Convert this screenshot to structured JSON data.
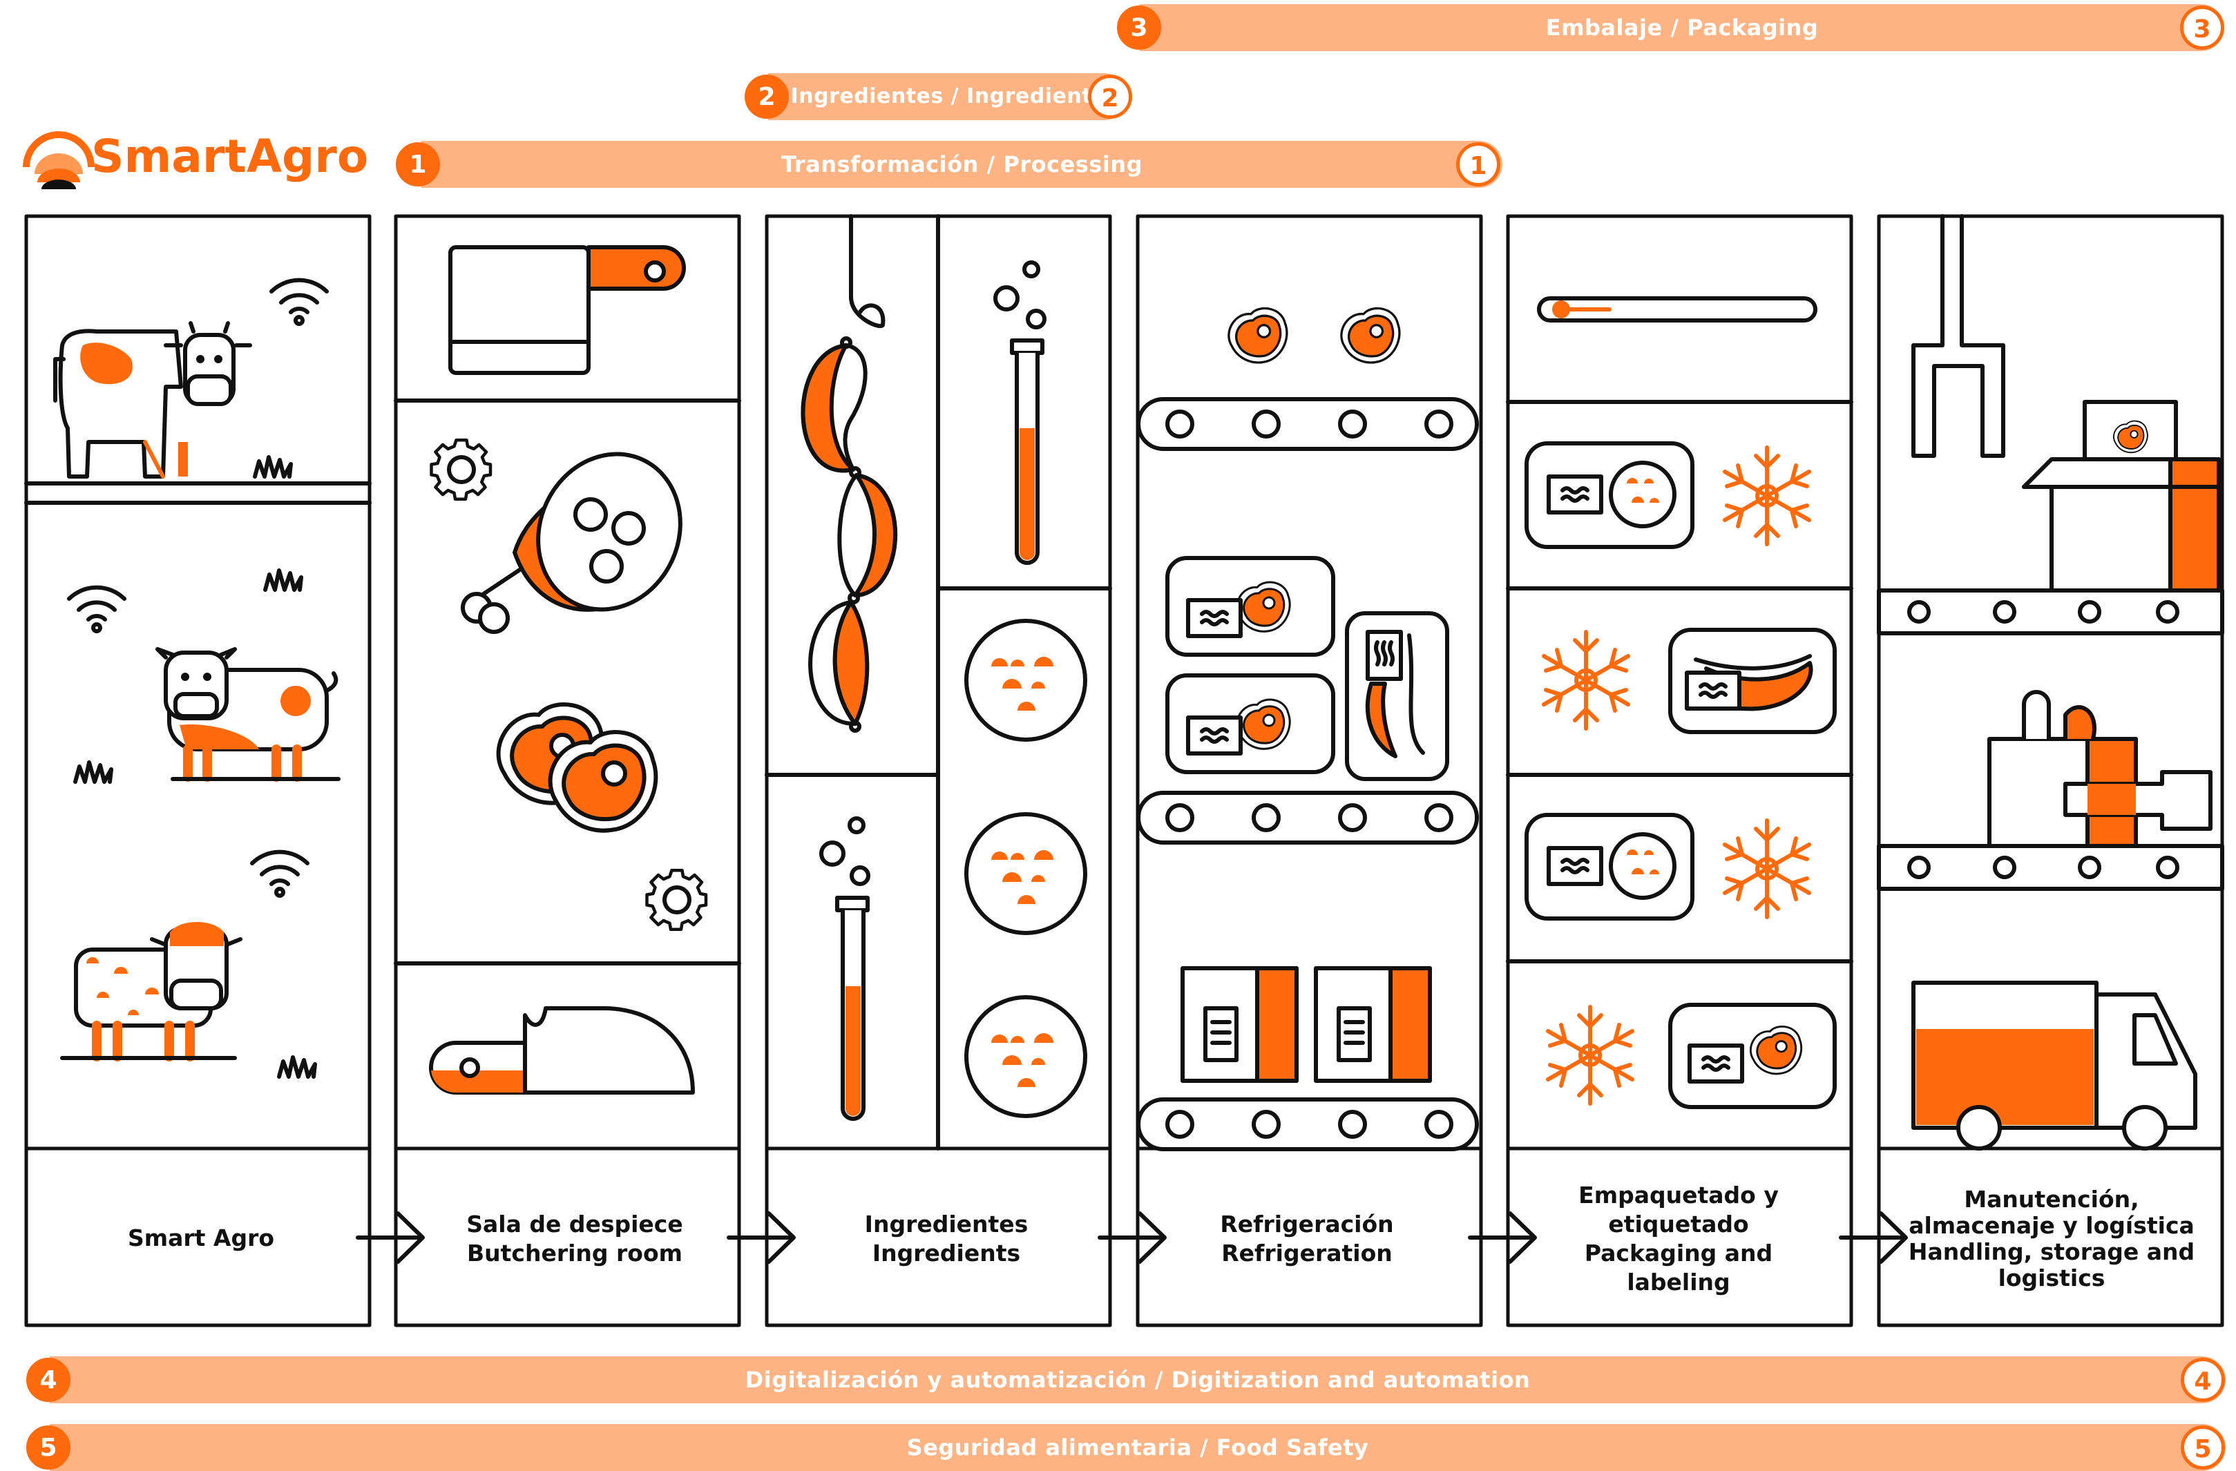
{
  "brand": {
    "name": "SmartAgro"
  },
  "top_bands": [
    {
      "num": "3",
      "label": "Embalaje / Packaging"
    },
    {
      "num": "2",
      "label": "Ingredientes / Ingredients"
    },
    {
      "num": "1",
      "label": "Transformación / Processing"
    }
  ],
  "bottom_bands": [
    {
      "num": "4",
      "label": "Digitalización y automatización / Digitization and automation"
    },
    {
      "num": "5",
      "label": "Seguridad alimentaria / Food Safety"
    }
  ],
  "stages": [
    {
      "lines": [
        "Smart Agro"
      ]
    },
    {
      "lines": [
        "Sala de despiece",
        "Butchering room"
      ]
    },
    {
      "lines": [
        "Ingredientes",
        "Ingredients"
      ]
    },
    {
      "lines": [
        "Refrigeración",
        "Refrigeration"
      ]
    },
    {
      "lines": [
        "Empaquetado y",
        "etiquetado",
        "Packaging and",
        "labeling"
      ]
    },
    {
      "lines": [
        "Manutención,",
        "almacenaje y logística",
        "Handling, storage and",
        "logistics"
      ]
    }
  ],
  "colors": {
    "accent": "#ff6a0d",
    "band": "#ffb282",
    "ink": "#111111"
  }
}
